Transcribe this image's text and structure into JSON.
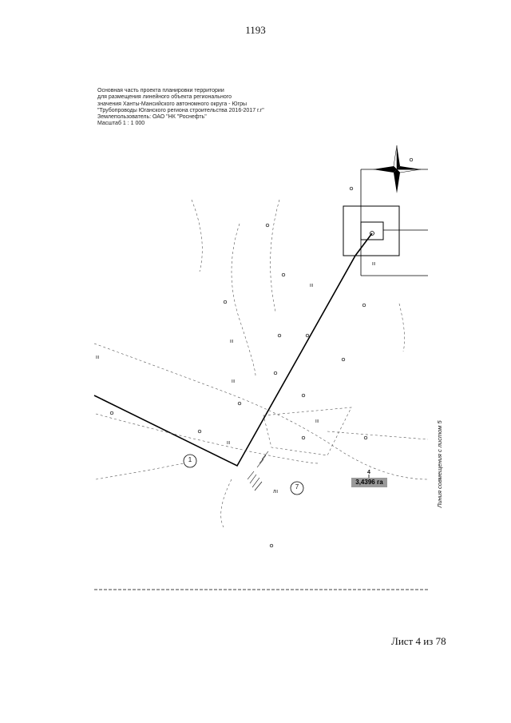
{
  "page_number": "1193",
  "header": {
    "lines": [
      "Основная часть проекта планировки территории",
      "для размещения линейного объекта регионального",
      "значения Ханты-Мансийского автономного округа - Югры",
      "\"Трубопроводы Юганского региона строительства 2016-2017 г.г\"",
      "Землепользователь: ОАО \"НК \"Роснефть\"",
      "Масштаб 1 : 1 000"
    ]
  },
  "map": {
    "match_line_label": "Линия совмещения с листом 5",
    "area_label": "3,4396 га",
    "area_marker": "4",
    "circle_labels": [
      "1",
      "7"
    ],
    "point_labels": [
      "III",
      "III",
      "III",
      "III",
      "III",
      "III",
      "ЛII",
      "III"
    ],
    "compass": "north-arrow"
  },
  "footer": {
    "sheet_text": "Лист 4 из 78"
  }
}
